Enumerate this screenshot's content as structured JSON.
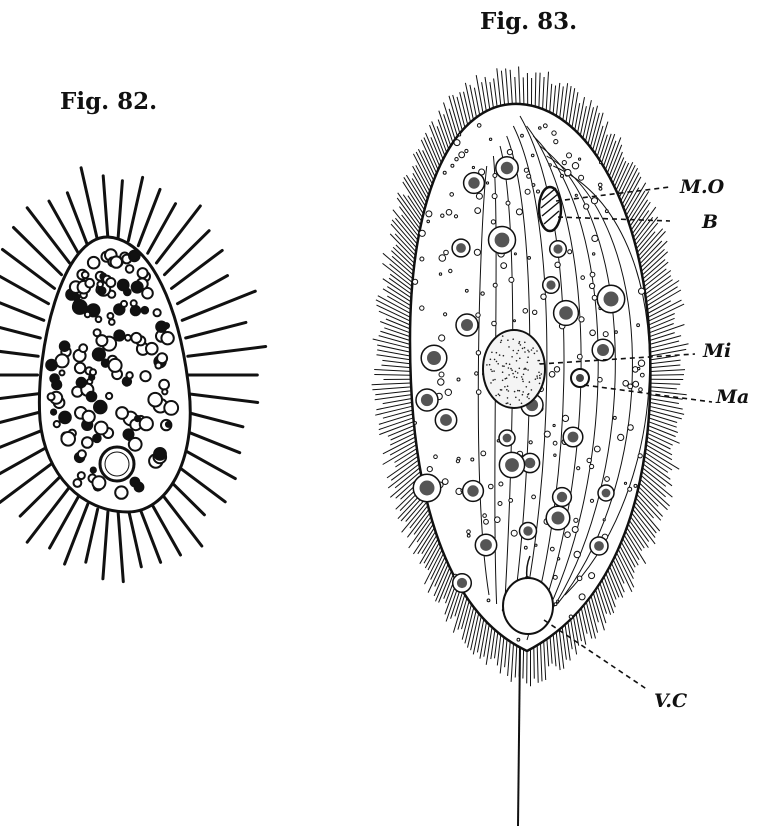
{
  "fig82": {
    "title": "Fig. 82."
  },
  "fig83": {
    "title": "Fig. 83.",
    "labels": {
      "mo": "M.O",
      "b": "B",
      "mi": "Mi",
      "ma": "Ma",
      "vc": "V.C"
    }
  }
}
